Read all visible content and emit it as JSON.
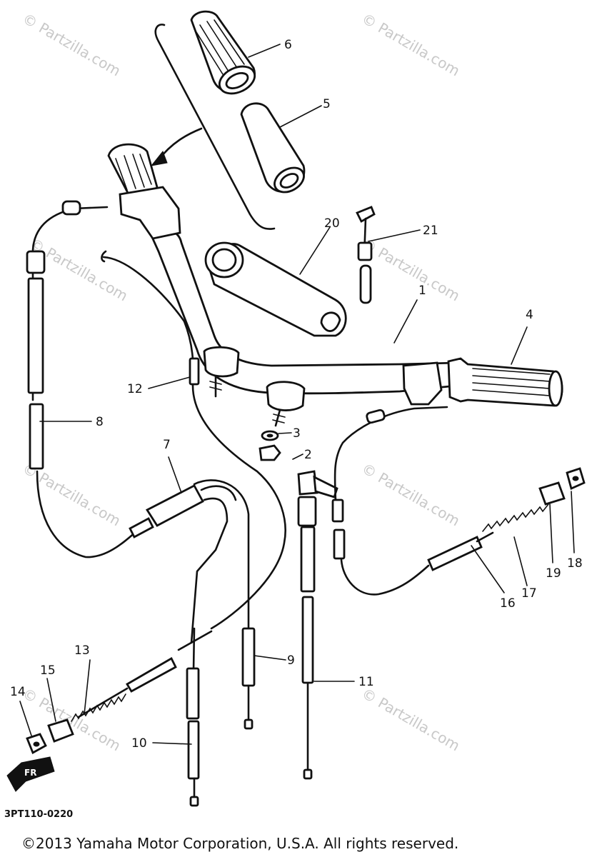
{
  "diagram": {
    "callouts": [
      "1",
      "2",
      "3",
      "4",
      "5",
      "6",
      "7",
      "8",
      "9",
      "10",
      "11",
      "12",
      "13",
      "14",
      "15",
      "16",
      "17",
      "18",
      "19",
      "20",
      "21"
    ],
    "drawing_code": "3PT110-0220",
    "direction_badge": "FR",
    "watermark": "© Partzilla.com",
    "copyright": "©2013 Yamaha Motor Corporation, U.S.A. All rights reserved."
  }
}
